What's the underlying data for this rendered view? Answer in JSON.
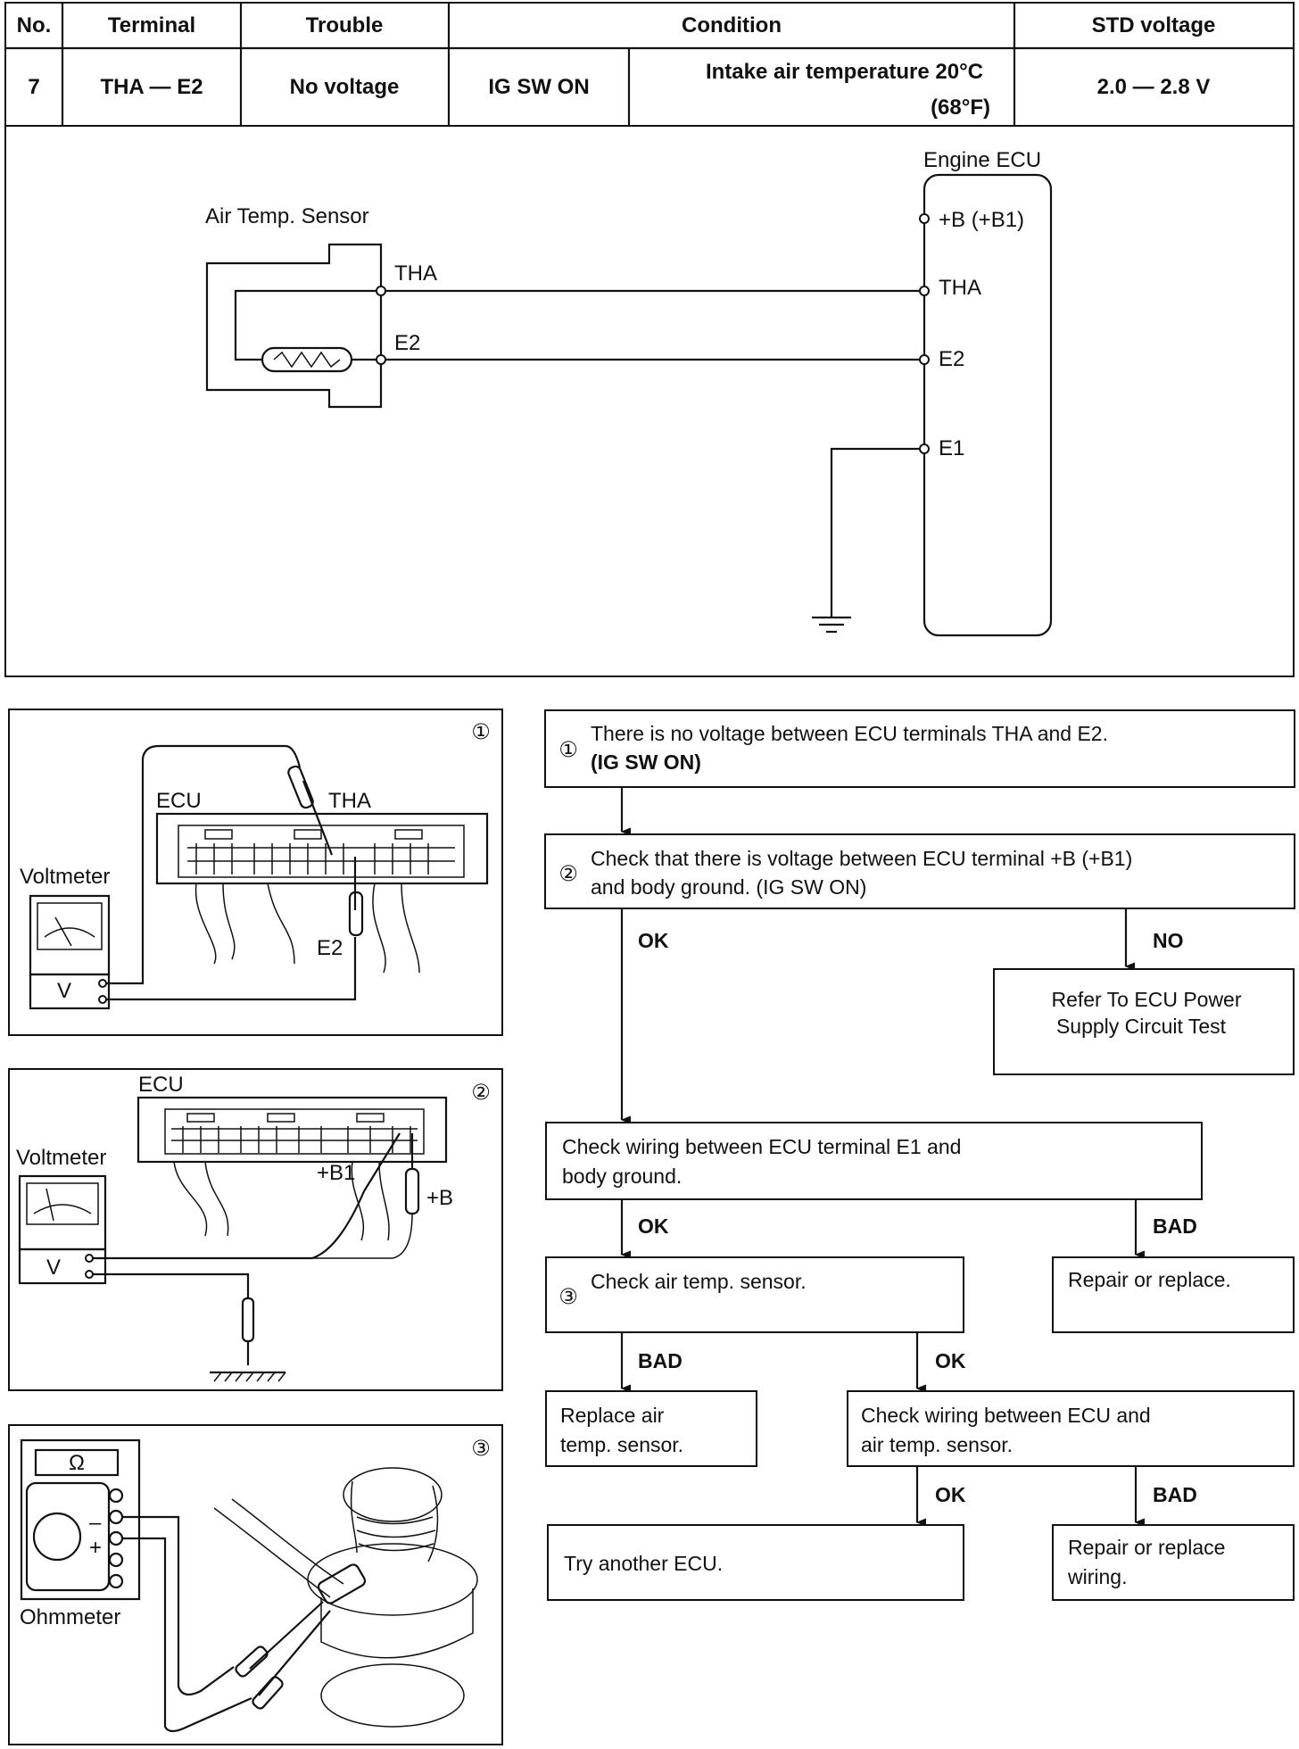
{
  "table": {
    "headers": [
      "No.",
      "Terminal",
      "Trouble",
      "Condition",
      "STD voltage"
    ],
    "row": {
      "no": "7",
      "terminal": "THA — E2",
      "trouble": "No voltage",
      "condition_sw": "IG SW ON",
      "condition_temp_1": "Intake air temperature 20°C",
      "condition_temp_2": "(68°F)",
      "std_voltage": "2.0 — 2.8 V"
    }
  },
  "circuit": {
    "sensor_label": "Air Temp. Sensor",
    "ecu_label": "Engine ECU",
    "sensor_terminals": [
      "THA",
      "E2"
    ],
    "ecu_terminals": [
      "+B (+B1)",
      "THA",
      "E2",
      "E1"
    ]
  },
  "illustrations": {
    "fig1": {
      "num": "①",
      "ecu": "ECU",
      "tha": "THA",
      "e2": "E2",
      "meter": "Voltmeter",
      "v": "V"
    },
    "fig2": {
      "num": "②",
      "ecu": "ECU",
      "b1": "+B1",
      "b": "+B",
      "meter": "Voltmeter",
      "v": "V"
    },
    "fig3": {
      "num": "③",
      "meter": "Ohmmeter",
      "ohm": "Ω"
    }
  },
  "flowchart": {
    "step1": {
      "num": "①",
      "line1": "There is no voltage between ECU terminals THA and E2.",
      "line2": "(IG SW ON)"
    },
    "step2": {
      "num": "②",
      "line1": "Check that there is voltage between ECU terminal +B (+B1)",
      "line2": "and body ground. (IG SW ON)"
    },
    "refer": {
      "line1": "Refer To ECU Power",
      "line2": "Supply Circuit Test"
    },
    "check_e1": {
      "line1": "Check wiring between ECU terminal E1 and",
      "line2": "body ground."
    },
    "repair1": "Repair or replace.",
    "step3": {
      "num": "③",
      "text": "Check air temp. sensor."
    },
    "replace_sensor": {
      "line1": "Replace air",
      "line2": "temp. sensor."
    },
    "check_wiring": {
      "line1": "Check wiring between ECU and",
      "line2": "air temp. sensor."
    },
    "try_ecu": "Try another ECU.",
    "repair2": {
      "line1": "Repair or replace",
      "line2": "wiring."
    },
    "branch_labels": {
      "ok": "OK",
      "no": "NO",
      "bad": "BAD"
    }
  }
}
